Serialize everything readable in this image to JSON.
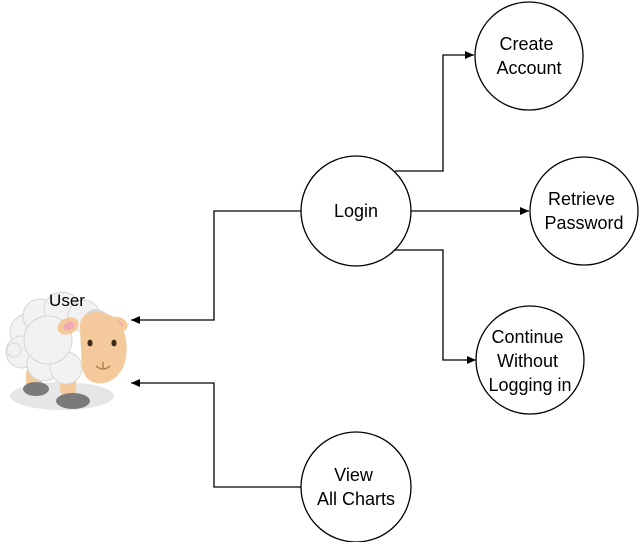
{
  "diagram": {
    "actor": {
      "label": "User",
      "icon": "sheep-icon"
    },
    "nodes": {
      "login": "Login",
      "create_account": [
        "Create",
        "Account"
      ],
      "retrieve_password": [
        "Retrieve",
        "Password"
      ],
      "continue_without": [
        "Continue",
        "Without",
        "Logging in"
      ],
      "view_charts": [
        "View",
        "All Charts"
      ]
    },
    "colors": {
      "stroke": "#000000",
      "fill": "#ffffff",
      "sheep_wool": "#f2f2f2",
      "sheep_face": "#f4c99c",
      "sheep_ear_inner": "#f2a9b7",
      "sheep_hoof": "#7a7a7a",
      "sheep_shadow": "#e6e6e6"
    }
  }
}
